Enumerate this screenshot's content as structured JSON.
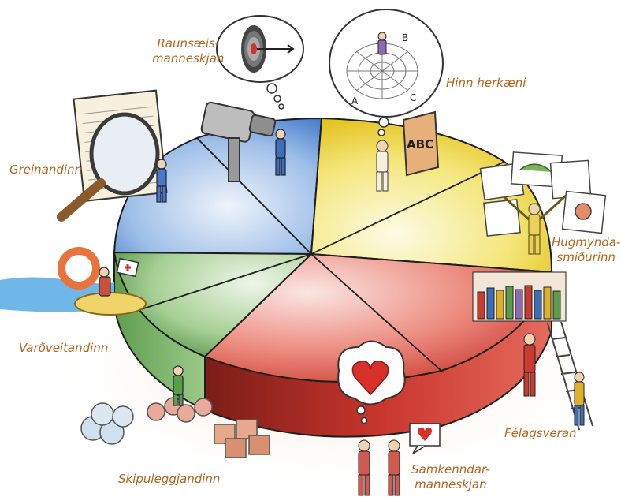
{
  "labels": {
    "raunsaeis": [
      "Raunsæis-",
      "manneskjan"
    ],
    "herkaeni": "Hinn herkæni",
    "greinandinn": "Greinandinn",
    "hugmynda": [
      "Hugmynda-",
      "smiðurinn"
    ],
    "vardveitandinn": "Varðveitandinn",
    "felagsveran": "Félagsveran",
    "skipuleggjandinn": "Skipuleggjandinn",
    "samkenndar": [
      "Samkenndar-",
      "manneskjan"
    ]
  },
  "icons": {
    "target_letters": "",
    "web_letters": [
      "A",
      "B",
      "C"
    ],
    "sign_text": "ABC"
  },
  "colors": {
    "label": "#b5651d",
    "blue": "#5b8fd6",
    "yellow": "#ecd23a",
    "red": "#d8453a",
    "green": "#5a9e4a",
    "pie_rim": "#1e1e1e"
  },
  "pie_segments": [
    {
      "name": "blue",
      "color": "#5b8fd6"
    },
    {
      "name": "yellow",
      "color": "#ecd23a"
    },
    {
      "name": "red",
      "color": "#d8453a"
    },
    {
      "name": "green",
      "color": "#5a9e4a"
    }
  ]
}
